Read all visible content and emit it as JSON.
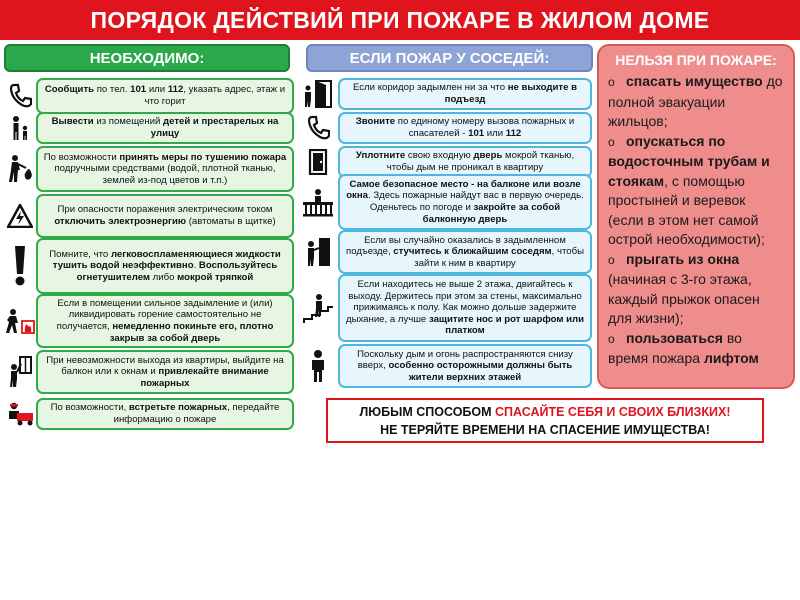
{
  "title": "ПОРЯДОК ДЕЙСТВИЙ ПРИ ПОЖАРЕ В ЖИЛОМ ДОМЕ",
  "colors": {
    "banner": "#e0141c",
    "necessary": "#2aa84a",
    "neighbors": "#8ea3d6",
    "forbidden": "#ef8d8d"
  },
  "necessary": {
    "header": "НЕОБХОДИМО:",
    "items": [
      {
        "icon": "phone-icon",
        "parts": [
          "Сообщить",
          " по тел. ",
          "101",
          " или ",
          "112",
          ", указать адрес, этаж и что горит"
        ]
      },
      {
        "icon": "family-icon",
        "parts": [
          "Вывести",
          " из помещений ",
          "детей и престарелых",
          " ",
          "на улицу"
        ]
      },
      {
        "icon": "firefighter-icon",
        "parts": [
          "По возможности ",
          "принять меры по тушению пожара",
          " подручными средствами (водой, плотной тканью, землей из-под цветов и т.п.)"
        ]
      },
      {
        "icon": "electric-hazard-icon",
        "parts": [
          "При опасности поражения электрическим током ",
          "отключить электроэнергию",
          " (автоматы в щитке)"
        ]
      },
      {
        "icon": "exclamation-icon",
        "parts": [
          "Помните, что ",
          "легковоспламеняющиеся жидкости тушить водой неэффективно",
          ". ",
          "Воспользуйтесь огнетушителем",
          " либо ",
          "мокрой тряпкой"
        ]
      },
      {
        "icon": "escape-fire-icon",
        "parts": [
          "Если в помещении сильное задымление и (или) ликвидировать горение самостоятельно не получается, ",
          "немедленно покиньте его, плотно закрыв за собой дверь"
        ]
      },
      {
        "icon": "window-wave-icon",
        "parts": [
          "При невозможности выхода из квартиры, выйдите на балкон или к окнам и ",
          "привлекайте внимание пожарных"
        ]
      },
      {
        "icon": "fire-truck-icon",
        "parts": [
          "По возможности, ",
          "встретьте пожарных",
          ", передайте информацию о пожаре"
        ]
      }
    ]
  },
  "neighbors": {
    "header": "ЕСЛИ ПОЖАР У СОСЕДЕЙ:",
    "items": [
      {
        "icon": "smoke-door-icon",
        "parts": [
          "Если коридор задымлен ни за что ",
          "не выходите в подъезд"
        ]
      },
      {
        "icon": "phone-icon",
        "parts": [
          "Звоните",
          " по единому номеру вызова пожарных и спасателей - ",
          "101",
          " или ",
          "112"
        ]
      },
      {
        "icon": "door-icon",
        "parts": [
          "Уплотните",
          " свою входную ",
          "дверь",
          " мокрой тканью, чтобы дым не проникал в квартиру"
        ]
      },
      {
        "icon": "balcony-icon",
        "parts": [
          "Самое безопасное место - на балконе или возле окна",
          ". Здесь пожарные найдут вас в первую очередь. Оденьтесь по погоде и ",
          "закройте за собой балконную дверь"
        ]
      },
      {
        "icon": "knock-door-icon",
        "parts": [
          "Если вы случайно оказались в задымленном подъезде, ",
          "стучитесь к ближайшим соседям",
          ", чтобы зайти к ним в квартиру"
        ]
      },
      {
        "icon": "stairs-icon",
        "parts": [
          "Если находитесь не выше 2 этажа, двигайтесь к выходу. Держитесь при этом за стены, максимально прижимаясь к полу. Как можно дольше задержите дыхание, а лучше ",
          "защитите нос и рот шарфом или платком"
        ]
      },
      {
        "icon": "person-icon",
        "parts": [
          "Поскольку дым и огонь распространяются снизу вверх, ",
          "особенно осторожными должны быть жители верхних этажей"
        ]
      }
    ]
  },
  "forbidden": {
    "header": "НЕЛЬЗЯ ПРИ ПОЖАРЕ:",
    "items": [
      {
        "parts": [
          "спасать имущество",
          " до полной эвакуации жильцов;"
        ]
      },
      {
        "parts": [
          "опускаться по водосточным трубам и стоякам",
          ", с помощью простыней и веревок (если в этом нет самой острой необходимости);"
        ]
      },
      {
        "parts": [
          "прыгать из окна",
          " (начиная с 3-го этажа, каждый прыжок опасен для жизни);"
        ]
      },
      {
        "parts": [
          "пользоваться",
          " во время пожара ",
          "лифтом"
        ]
      }
    ]
  },
  "bottom": {
    "line1_a": "ЛЮБЫМ СПОСОБОМ ",
    "line1_b": "СПАСАЙТЕ СЕБЯ И СВОИХ БЛИЗКИХ!",
    "line2": "НЕ ТЕРЯЙТЕ ВРЕМЕНИ НА СПАСЕНИЕ ИМУЩЕСТВА!"
  }
}
